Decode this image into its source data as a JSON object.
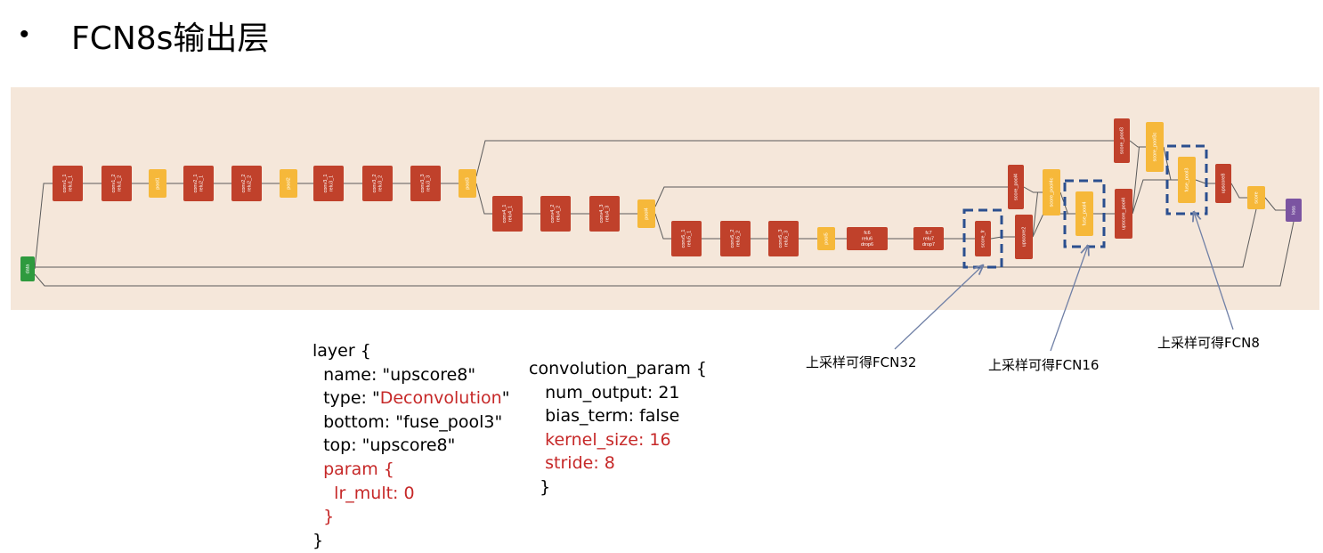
{
  "slide": {
    "bullet": "•",
    "title": "FCN8s输出层"
  },
  "colors": {
    "band": "#f5e7da",
    "conv_node": "#c0412b",
    "pool_node": "#f6b83a",
    "data_node": "#2e9a3e",
    "loss_node": "#7b54a1",
    "edge": "#5a5a5a",
    "highlight": "#2b4f8f",
    "annotation_arrow": "#7080a6",
    "code_red": "#c62828"
  },
  "network": {
    "nodes": [
      {
        "id": "data",
        "kind": "data",
        "lines": [
          "data"
        ]
      },
      {
        "id": "conv1_1",
        "kind": "conv",
        "lines": [
          "conv1_1",
          "relu1_1"
        ]
      },
      {
        "id": "conv1_2",
        "kind": "conv",
        "lines": [
          "conv1_2",
          "relu1_2"
        ]
      },
      {
        "id": "pool1",
        "kind": "pool",
        "lines": [
          "pool1"
        ]
      },
      {
        "id": "conv2_1",
        "kind": "conv",
        "lines": [
          "conv2_1",
          "relu2_1"
        ]
      },
      {
        "id": "conv2_2",
        "kind": "conv",
        "lines": [
          "conv2_2",
          "relu2_2"
        ]
      },
      {
        "id": "pool2",
        "kind": "pool",
        "lines": [
          "pool2"
        ]
      },
      {
        "id": "conv3_1",
        "kind": "conv",
        "lines": [
          "conv3_1",
          "relu3_1"
        ]
      },
      {
        "id": "conv3_2",
        "kind": "conv",
        "lines": [
          "conv3_2",
          "relu3_2"
        ]
      },
      {
        "id": "conv3_3",
        "kind": "conv",
        "lines": [
          "conv3_3",
          "relu3_3"
        ]
      },
      {
        "id": "pool3",
        "kind": "pool",
        "lines": [
          "pool3"
        ]
      },
      {
        "id": "conv4_1",
        "kind": "conv",
        "lines": [
          "conv4_1",
          "relu4_1"
        ]
      },
      {
        "id": "conv4_2",
        "kind": "conv",
        "lines": [
          "conv4_2",
          "relu4_2"
        ]
      },
      {
        "id": "conv4_3",
        "kind": "conv",
        "lines": [
          "conv4_3",
          "relu4_3"
        ]
      },
      {
        "id": "pool4",
        "kind": "pool",
        "lines": [
          "pool4"
        ]
      },
      {
        "id": "conv5_1",
        "kind": "conv",
        "lines": [
          "conv5_1",
          "relu5_1"
        ]
      },
      {
        "id": "conv5_2",
        "kind": "conv",
        "lines": [
          "conv5_2",
          "relu5_2"
        ]
      },
      {
        "id": "conv5_3",
        "kind": "conv",
        "lines": [
          "conv5_3",
          "relu5_3"
        ]
      },
      {
        "id": "pool5",
        "kind": "pool",
        "lines": [
          "pool5"
        ]
      },
      {
        "id": "fc6",
        "kind": "conv",
        "lines": [
          "fc6",
          "relu6",
          "drop6"
        ]
      },
      {
        "id": "fc7",
        "kind": "conv",
        "lines": [
          "fc7",
          "relu7",
          "drop7"
        ]
      },
      {
        "id": "score_fr",
        "kind": "conv",
        "lines": [
          "score_fr"
        ]
      },
      {
        "id": "score_pool4",
        "kind": "conv",
        "lines": [
          "score_pool4"
        ]
      },
      {
        "id": "upscore2",
        "kind": "conv",
        "lines": [
          "upscore2"
        ]
      },
      {
        "id": "score_pool4c",
        "kind": "pool",
        "lines": [
          "score_pool4c"
        ]
      },
      {
        "id": "fuse_pool4",
        "kind": "pool",
        "lines": [
          "fuse_pool4"
        ]
      },
      {
        "id": "score_pool3",
        "kind": "conv",
        "lines": [
          "score_pool3"
        ]
      },
      {
        "id": "upscore_pool4",
        "kind": "conv",
        "lines": [
          "upscore_pool4"
        ]
      },
      {
        "id": "score_pool3c",
        "kind": "pool",
        "lines": [
          "score_pool3c"
        ]
      },
      {
        "id": "fuse_pool3",
        "kind": "pool",
        "lines": [
          "fuse_pool3"
        ]
      },
      {
        "id": "upscore8",
        "kind": "conv",
        "lines": [
          "upscore8"
        ]
      },
      {
        "id": "score",
        "kind": "pool",
        "lines": [
          "score"
        ]
      },
      {
        "id": "loss",
        "kind": "loss",
        "lines": [
          "loss"
        ]
      }
    ],
    "edges": [
      [
        "data",
        "conv1_1"
      ],
      [
        "conv1_1",
        "conv1_2"
      ],
      [
        "conv1_2",
        "pool1"
      ],
      [
        "pool1",
        "conv2_1"
      ],
      [
        "conv2_1",
        "conv2_2"
      ],
      [
        "conv2_2",
        "pool2"
      ],
      [
        "pool2",
        "conv3_1"
      ],
      [
        "conv3_1",
        "conv3_2"
      ],
      [
        "conv3_2",
        "conv3_3"
      ],
      [
        "conv3_3",
        "pool3"
      ],
      [
        "pool3",
        "conv4_1"
      ],
      [
        "pool3",
        "score_pool3"
      ],
      [
        "conv4_1",
        "conv4_2"
      ],
      [
        "conv4_2",
        "conv4_3"
      ],
      [
        "conv4_3",
        "pool4"
      ],
      [
        "pool4",
        "conv5_1"
      ],
      [
        "pool4",
        "score_pool4"
      ],
      [
        "conv5_1",
        "conv5_2"
      ],
      [
        "conv5_2",
        "conv5_3"
      ],
      [
        "conv5_3",
        "pool5"
      ],
      [
        "pool5",
        "fc6"
      ],
      [
        "fc6",
        "fc7"
      ],
      [
        "fc7",
        "score_fr"
      ],
      [
        "score_fr",
        "upscore2"
      ],
      [
        "score_pool4",
        "score_pool4c"
      ],
      [
        "upscore2",
        "score_pool4c"
      ],
      [
        "upscore2",
        "fuse_pool4"
      ],
      [
        "score_pool4c",
        "fuse_pool4"
      ],
      [
        "fuse_pool4",
        "upscore_pool4"
      ],
      [
        "score_pool3",
        "score_pool3c"
      ],
      [
        "upscore_pool4",
        "score_pool3c"
      ],
      [
        "upscore_pool4",
        "fuse_pool3"
      ],
      [
        "score_pool3c",
        "fuse_pool3"
      ],
      [
        "fuse_pool3",
        "upscore8"
      ],
      [
        "upscore8",
        "score"
      ],
      [
        "data",
        "score"
      ],
      [
        "score",
        "loss"
      ],
      [
        "data",
        "loss"
      ]
    ],
    "highlighted": [
      "score_fr",
      "fuse_pool4",
      "fuse_pool3"
    ]
  },
  "callouts": [
    {
      "id": "fcn32",
      "text": "上采样可得FCN32",
      "target": "score_fr"
    },
    {
      "id": "fcn16",
      "text": "上采样可得FCN16",
      "target": "fuse_pool4"
    },
    {
      "id": "fcn8",
      "text": "上采样可得FCN8",
      "target": "fuse_pool3"
    }
  ],
  "code": {
    "layer_lines": [
      {
        "pre": "layer {",
        "red": "",
        "post": ""
      },
      {
        "pre": "  name: \"upscore8\"",
        "red": "",
        "post": ""
      },
      {
        "pre": "  type: \"",
        "red": "Deconvolution",
        "post": "\""
      },
      {
        "pre": "  bottom: \"fuse_pool3\"",
        "red": "",
        "post": ""
      },
      {
        "pre": "  top: \"upscore8\"",
        "red": "",
        "post": ""
      },
      {
        "pre": "  ",
        "red": "param {",
        "post": ""
      },
      {
        "pre": "    ",
        "red": "lr_mult: 0",
        "post": ""
      },
      {
        "pre": "  ",
        "red": "}",
        "post": ""
      },
      {
        "pre": "}",
        "red": "",
        "post": ""
      }
    ],
    "conv_lines": [
      {
        "pre": "convolution_param {",
        "red": "",
        "post": ""
      },
      {
        "pre": "   num_output: 21",
        "red": "",
        "post": ""
      },
      {
        "pre": "   bias_term: false",
        "red": "",
        "post": ""
      },
      {
        "pre": "   ",
        "red": "kernel_size: 16",
        "post": ""
      },
      {
        "pre": "   ",
        "red": "stride: 8",
        "post": ""
      },
      {
        "pre": "  }",
        "red": "",
        "post": ""
      }
    ]
  }
}
